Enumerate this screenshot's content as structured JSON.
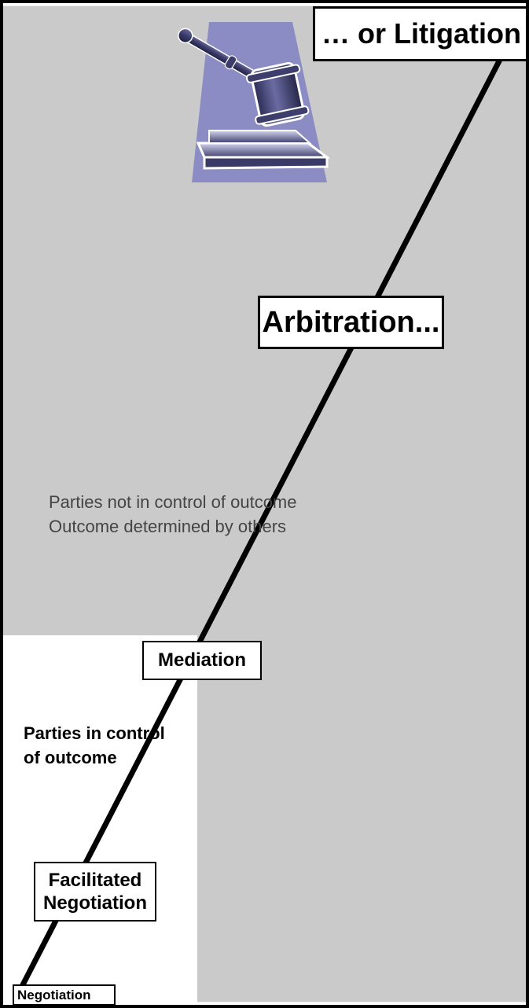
{
  "colors": {
    "outcome_by_others_zone": "#cacaca",
    "parties_control_zone": "#ffffff",
    "line": "#000000",
    "gavel_backdrop": "#8c8cc4"
  },
  "illustration": {
    "icon": "gavel-icon"
  },
  "steps": {
    "litigation": "… or Litigation",
    "arbitration": "Arbitration...",
    "mediation": "Mediation",
    "facilitated_line1": "Facilitated",
    "facilitated_line2": "Negotiation",
    "negotiation": "Negotiation"
  },
  "zones": {
    "others_line1": "Parties not in control of outcome",
    "others_line2": "Outcome determined by others",
    "parties_line1": "Parties in control",
    "parties_line2": "of outcome"
  }
}
